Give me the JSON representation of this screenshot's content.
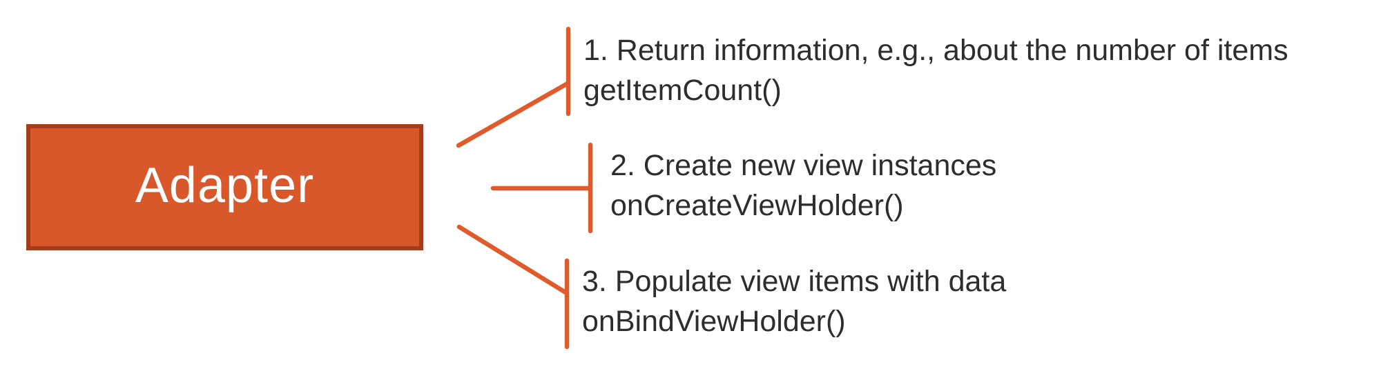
{
  "diagram": {
    "node": {
      "label": "Adapter"
    },
    "colors": {
      "box_fill": "#D8582C",
      "box_border": "#A23E1B",
      "connector": "#E05A2B",
      "text": "#2D2D2D",
      "node_label": "#FFFFFF",
      "background": "#FFFFFF"
    },
    "items": [
      {
        "description": "1. Return information, e.g., about the number of items",
        "method": "getItemCount()"
      },
      {
        "description": "2. Create new view instances",
        "method": "onCreateViewHolder()"
      },
      {
        "description": "3. Populate view items with data",
        "method": "onBindViewHolder()"
      }
    ]
  }
}
